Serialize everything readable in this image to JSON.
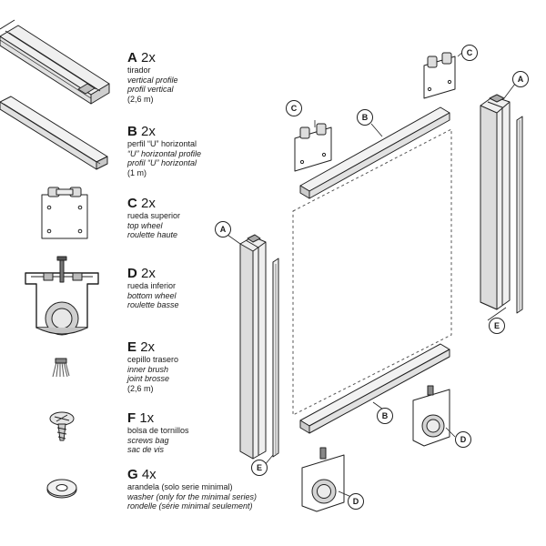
{
  "parts": [
    {
      "letter": "A",
      "qty": "2x",
      "lines": [
        "tirador",
        "vertical profile",
        "profil vertical",
        "(2,6 m)"
      ],
      "italic": [
        false,
        true,
        true,
        false
      ]
    },
    {
      "letter": "B",
      "qty": "2x",
      "lines": [
        "perfil “U” horizontal",
        "“U” horizontal profile",
        "profil “U” horizontal",
        "(1 m)"
      ],
      "italic": [
        false,
        true,
        true,
        false
      ]
    },
    {
      "letter": "C",
      "qty": "2x",
      "lines": [
        "rueda superior",
        "top wheel",
        "roulette haute"
      ],
      "italic": [
        false,
        true,
        true
      ]
    },
    {
      "letter": "D",
      "qty": "2x",
      "lines": [
        "rueda inferior",
        "bottom wheel",
        "roulette basse"
      ],
      "italic": [
        false,
        true,
        true
      ]
    },
    {
      "letter": "E",
      "qty": "2x",
      "lines": [
        "cepillo trasero",
        "inner brush",
        "joint brosse",
        "(2,6 m)"
      ],
      "italic": [
        false,
        true,
        true,
        false
      ]
    },
    {
      "letter": "F",
      "qty": "1x",
      "lines": [
        "bolsa de tornillos",
        "screws bag",
        "sac de vis"
      ],
      "italic": [
        false,
        true,
        true
      ]
    },
    {
      "letter": "G",
      "qty": "4x",
      "lines": [
        "arandela (solo serie minimal)",
        "washer (only for the minimal series)",
        "rondelle (série minimal seulement)"
      ],
      "italic": [
        false,
        true,
        true
      ]
    }
  ],
  "callouts": {
    "c_left": "C",
    "c_right": "C",
    "a_left": "A",
    "a_right": "A",
    "b_top": "B",
    "b_bottom": "B",
    "d_left": "D",
    "d_right": "D",
    "e_left": "E",
    "e_right": "E"
  },
  "colors": {
    "line": "#222222",
    "fill": "#ffffff",
    "shade": "#d9d9d9",
    "dark": "#9a9a9a"
  }
}
